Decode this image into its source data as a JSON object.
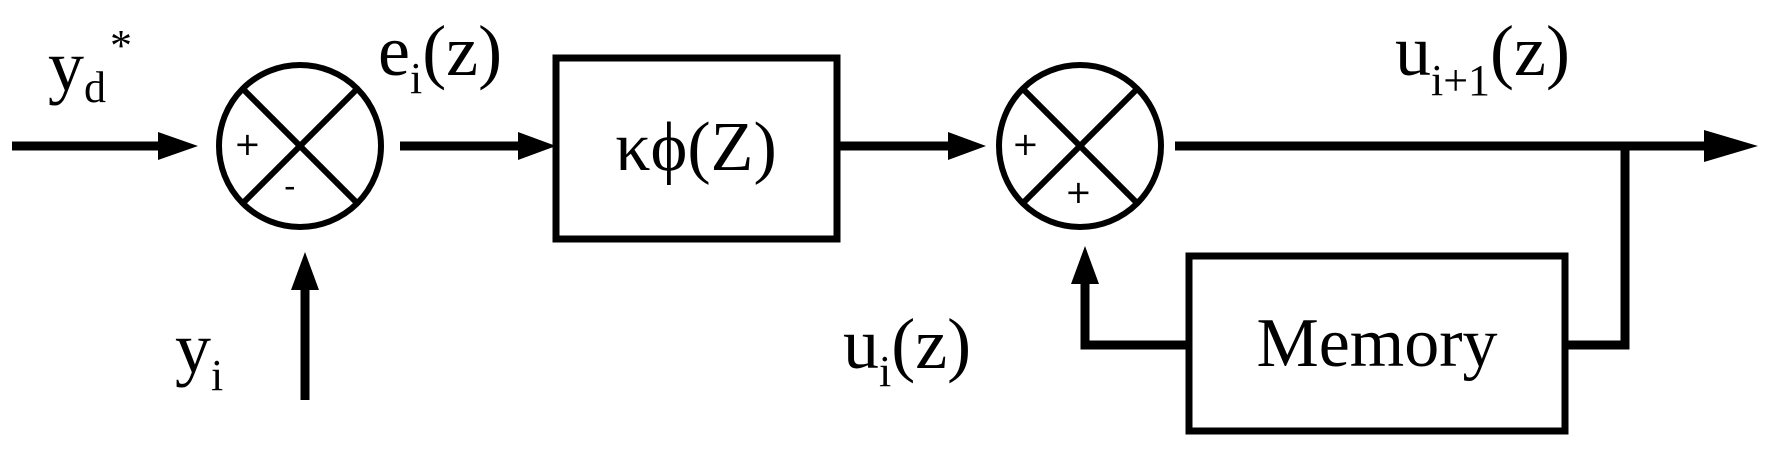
{
  "diagram": {
    "inputs": {
      "yd_star": {
        "base": "y",
        "sub": "d",
        "sup": "*"
      },
      "yi": {
        "base": "y",
        "sub": "i"
      }
    },
    "signals": {
      "error": {
        "base": "e",
        "sub": "i",
        "arg": "(z)"
      },
      "output": {
        "base": "u",
        "sub": "i+1",
        "arg": "(z)"
      },
      "feedback": {
        "base": "u",
        "sub": "i",
        "arg": "(z)"
      }
    },
    "summer1": {
      "top_sign": "+",
      "bottom_sign": "-"
    },
    "summer2": {
      "top_sign": "+",
      "bottom_sign": "+"
    },
    "blocks": {
      "controller": "κϕ(Z)",
      "memory": "Memory"
    }
  }
}
